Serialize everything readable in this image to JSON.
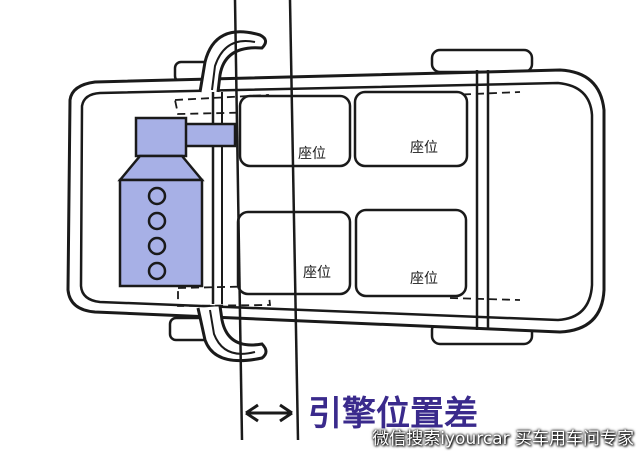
{
  "colors": {
    "engine_fill": "#a7b0e6",
    "line": "#1a1a1a",
    "background": "#ffffff"
  },
  "seat_labels": [
    "座位",
    "座位",
    "座位",
    "座位"
  ],
  "caption": "引擎位置差",
  "watermark": "微信搜索iyourcar 买车用车问专家"
}
